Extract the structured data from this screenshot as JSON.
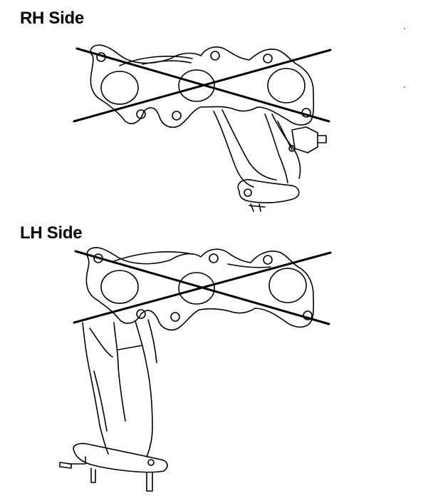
{
  "labels": {
    "rh_side": "RH Side",
    "lh_side": "LH Side"
  },
  "colors": {
    "ink": "#000000",
    "paper": "#ffffff"
  },
  "icons": {
    "rh_manifold": "exhaust-manifold-drawing",
    "lh_manifold": "exhaust-manifold-drawing",
    "cross_lines": "tightening-order-cross-lines"
  }
}
